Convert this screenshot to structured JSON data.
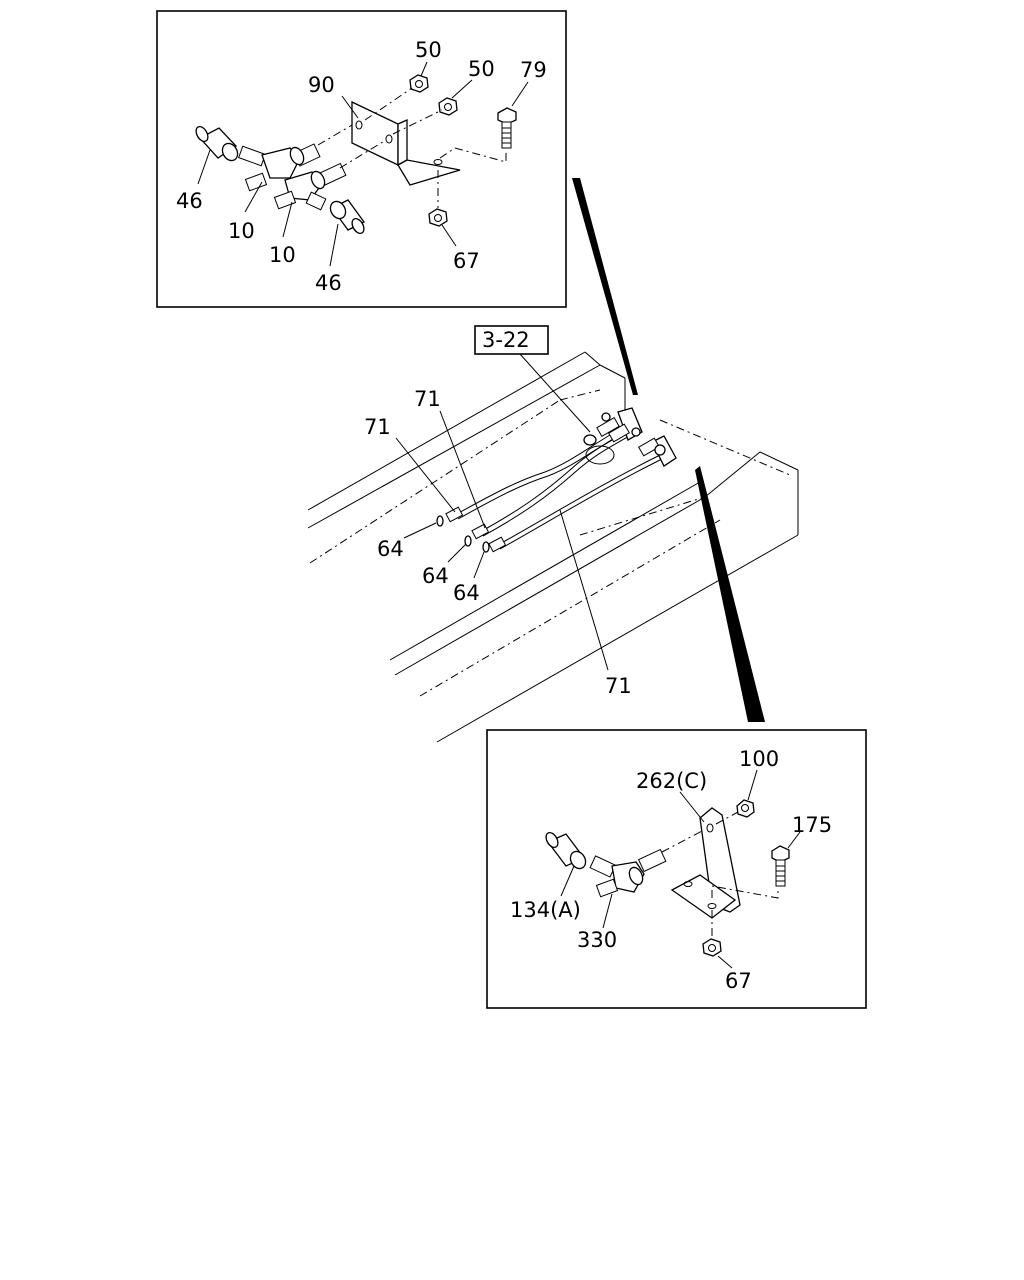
{
  "labels": {
    "p90": "90",
    "p50a": "50",
    "p50b": "50",
    "p79": "79",
    "p46a": "46",
    "p10a": "10",
    "p10b": "10",
    "p46b": "46",
    "p67a": "67",
    "ref": "3-22",
    "p71a": "71",
    "p71b": "71",
    "p71c": "71",
    "p64a": "64",
    "p64b": "64",
    "p64c": "64",
    "p100": "100",
    "p262": "262(C)",
    "p175": "175",
    "p134": "134(A)",
    "p330": "330",
    "p67b": "67"
  }
}
